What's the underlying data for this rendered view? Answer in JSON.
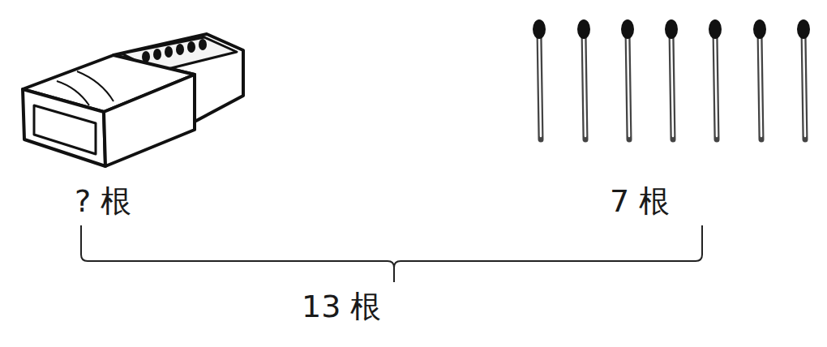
{
  "diagram": {
    "labels": [
      "? 根",
      "7 根",
      "13 根"
    ]
  }
}
